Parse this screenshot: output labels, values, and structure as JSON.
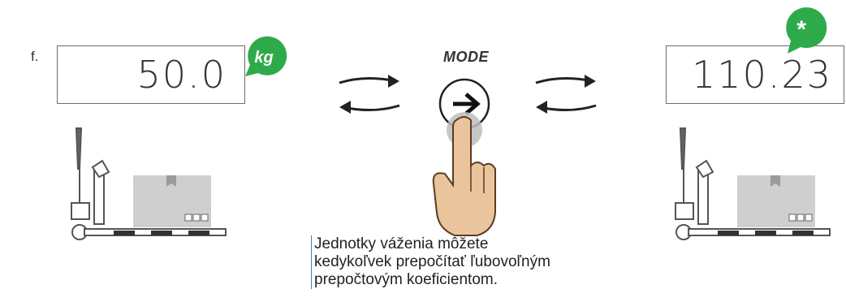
{
  "step_label": "f.",
  "left_display": {
    "value": "50.0",
    "unit_badge": "kg"
  },
  "right_display": {
    "value": "110.23",
    "unit_badge": "*"
  },
  "mode_label": "MODE",
  "caption": {
    "line1": "Jednotky váženia môžete",
    "line2": "kedykoľvek prepočítať ľubovoľným",
    "line3": "prepočtovým koeficientom."
  },
  "colors": {
    "badge_green": "#2eaa4a",
    "box_gray": "#cfcfcf",
    "hand_skin": "#e9c49d",
    "line_gray": "#555555"
  }
}
